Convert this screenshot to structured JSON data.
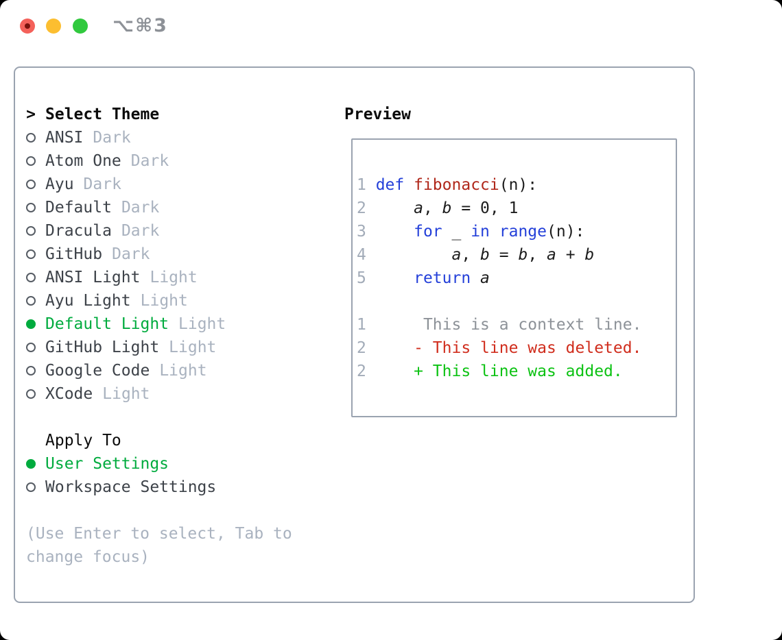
{
  "titlebar": {
    "shortcut": "⌥⌘3"
  },
  "theme_list": {
    "header_prefix": ">",
    "header": "Select Theme",
    "items": [
      {
        "name": "ANSI",
        "tag": "Dark",
        "selected": false
      },
      {
        "name": "Atom One",
        "tag": "Dark",
        "selected": false
      },
      {
        "name": "Ayu",
        "tag": "Dark",
        "selected": false
      },
      {
        "name": "Default",
        "tag": "Dark",
        "selected": false
      },
      {
        "name": "Dracula",
        "tag": "Dark",
        "selected": false
      },
      {
        "name": "GitHub",
        "tag": "Dark",
        "selected": false
      },
      {
        "name": "ANSI Light",
        "tag": "Light",
        "selected": false
      },
      {
        "name": "Ayu Light",
        "tag": "Light",
        "selected": false
      },
      {
        "name": "Default Light",
        "tag": "Light",
        "selected": true
      },
      {
        "name": "GitHub Light",
        "tag": "Light",
        "selected": false
      },
      {
        "name": "Google Code",
        "tag": "Light",
        "selected": false
      },
      {
        "name": "XCode",
        "tag": "Light",
        "selected": false
      }
    ]
  },
  "apply_to": {
    "header": "Apply To",
    "options": [
      {
        "name": "User Settings",
        "selected": true
      },
      {
        "name": "Workspace Settings",
        "selected": false
      }
    ]
  },
  "help": {
    "line1": "(Use Enter to select, Tab to",
    "line2": "change focus)"
  },
  "preview": {
    "title": "Preview",
    "lines": [
      {
        "num": "1",
        "tokens": [
          {
            "t": "def",
            "c": "kw"
          },
          {
            "t": " ",
            "c": "pl"
          },
          {
            "t": "fibonacci",
            "c": "fn"
          },
          {
            "t": "(n):",
            "c": "pl"
          }
        ]
      },
      {
        "num": "2",
        "tokens": [
          {
            "t": "    ",
            "c": "pl"
          },
          {
            "t": "a",
            "c": "var"
          },
          {
            "t": ", ",
            "c": "pl"
          },
          {
            "t": "b",
            "c": "var"
          },
          {
            "t": " = 0, 1",
            "c": "pl"
          }
        ]
      },
      {
        "num": "3",
        "tokens": [
          {
            "t": "    ",
            "c": "pl"
          },
          {
            "t": "for",
            "c": "kw"
          },
          {
            "t": " _ ",
            "c": "pl"
          },
          {
            "t": "in",
            "c": "kw"
          },
          {
            "t": " ",
            "c": "pl"
          },
          {
            "t": "range",
            "c": "kw"
          },
          {
            "t": "(n):",
            "c": "pl"
          }
        ]
      },
      {
        "num": "4",
        "tokens": [
          {
            "t": "        ",
            "c": "pl"
          },
          {
            "t": "a",
            "c": "var"
          },
          {
            "t": ", ",
            "c": "pl"
          },
          {
            "t": "b",
            "c": "var"
          },
          {
            "t": " = ",
            "c": "pl"
          },
          {
            "t": "b",
            "c": "var"
          },
          {
            "t": ", ",
            "c": "pl"
          },
          {
            "t": "a",
            "c": "var"
          },
          {
            "t": " + ",
            "c": "pl"
          },
          {
            "t": "b",
            "c": "var"
          }
        ]
      },
      {
        "num": "5",
        "tokens": [
          {
            "t": "    ",
            "c": "pl"
          },
          {
            "t": "return",
            "c": "kw"
          },
          {
            "t": " ",
            "c": "pl"
          },
          {
            "t": "a",
            "c": "var"
          }
        ]
      },
      {
        "num": "",
        "tokens": []
      },
      {
        "num": "1",
        "tokens": [
          {
            "t": "     This is a context line.",
            "c": "ctx"
          }
        ]
      },
      {
        "num": "2",
        "tokens": [
          {
            "t": "    - This line was deleted.",
            "c": "del"
          }
        ]
      },
      {
        "num": "2",
        "tokens": [
          {
            "t": "    + This line was added.",
            "c": "add"
          }
        ]
      }
    ]
  },
  "colors": {
    "panel-border": "#9aa3b0",
    "text": "#3d4249",
    "muted": "#a9b2bf",
    "header": "#0b0b0b",
    "circle": "#565c64",
    "green": "#00ab3e",
    "kw": "#2440d9",
    "fn": "#b0271a",
    "pl": "#1c1c1c",
    "ln": "#a2abb8",
    "ctx": "#8d9298",
    "del": "#d02d1d",
    "add": "#0cc213",
    "light-red": "#f4615a",
    "red-dot": "#7a120c",
    "light-yellow": "#fcbe30",
    "light-green": "#31c93e",
    "shortcut": "#8d9197"
  }
}
